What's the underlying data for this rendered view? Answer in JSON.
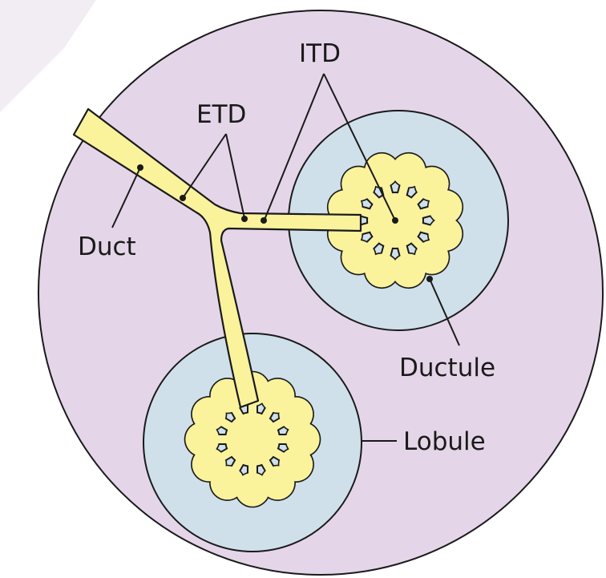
{
  "labels": {
    "itd": "ITD",
    "etd": "ETD",
    "duct": "Duct",
    "ductule": "Ductule",
    "lobule": "Lobule"
  },
  "colors": {
    "tissue": "#e4d6e8",
    "lobule": "#cfe0ea",
    "duct": "#fbf29c",
    "outline": "#1a1a1a"
  }
}
